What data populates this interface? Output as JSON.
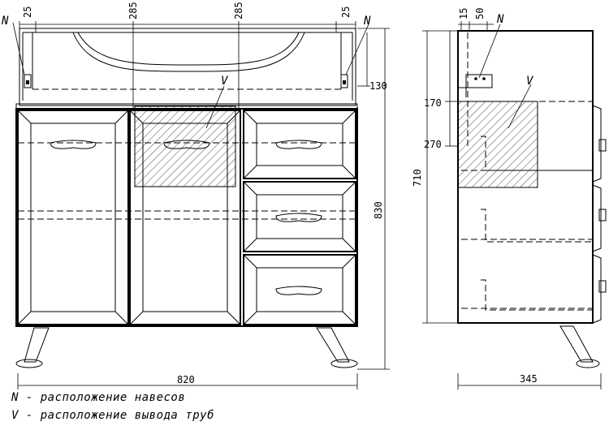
{
  "dimensions": {
    "front_top_left": "25",
    "front_top_mid_left": "285",
    "front_top_mid_right": "285",
    "front_top_right": "25",
    "front_right_small": "130",
    "front_height": "830",
    "front_width": "820",
    "side_top_a": "15",
    "side_top_b": "50",
    "side_left_a": "170",
    "side_left_b": "270",
    "side_height": "710",
    "side_width": "345"
  },
  "markers": {
    "hinge": "N",
    "pipe": "V"
  },
  "legend": {
    "line1": "N - расположение навесов",
    "line2": "V - расположение вывода труб"
  }
}
